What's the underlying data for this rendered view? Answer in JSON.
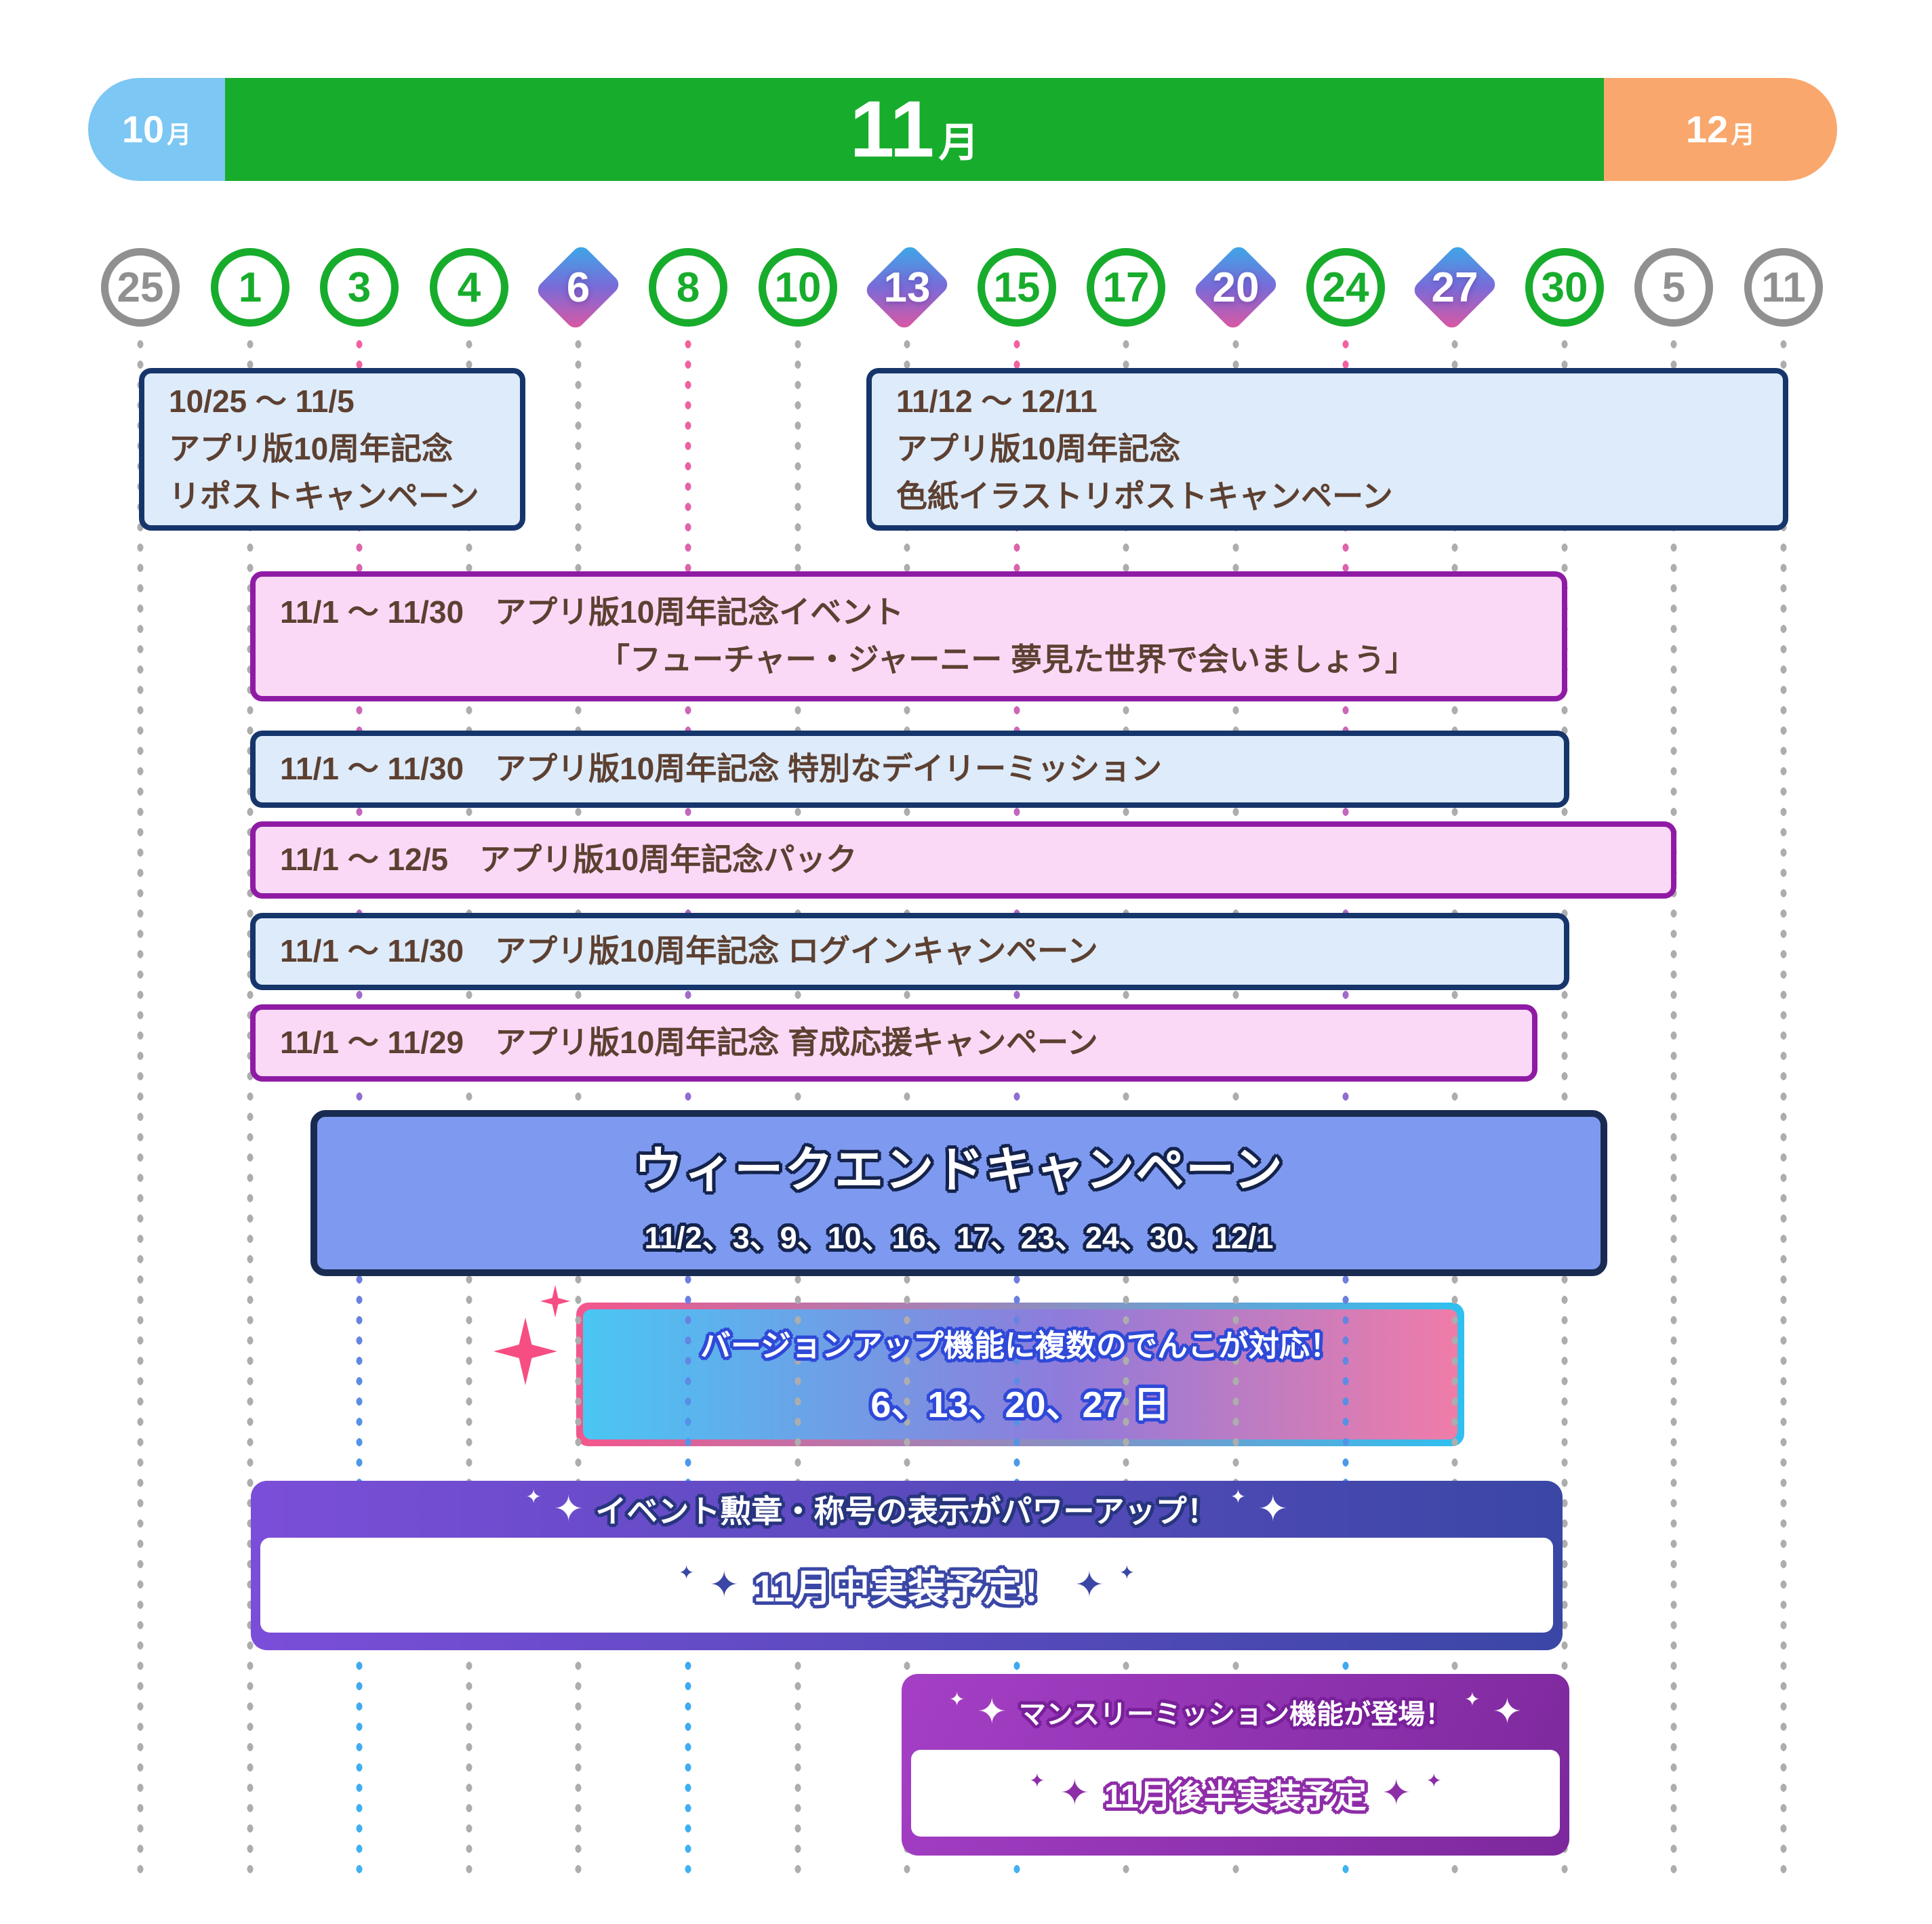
{
  "header": {
    "oct": {
      "num": "10",
      "unit": "月"
    },
    "nov": {
      "num": "11",
      "unit": "月"
    },
    "dec": {
      "num": "12",
      "unit": "月"
    }
  },
  "dates": [
    {
      "label": "25",
      "type": "gray"
    },
    {
      "label": "1",
      "type": "green"
    },
    {
      "label": "3",
      "type": "green"
    },
    {
      "label": "4",
      "type": "green"
    },
    {
      "label": "6",
      "type": "diamond"
    },
    {
      "label": "8",
      "type": "green"
    },
    {
      "label": "10",
      "type": "green"
    },
    {
      "label": "13",
      "type": "diamond"
    },
    {
      "label": "15",
      "type": "green"
    },
    {
      "label": "17",
      "type": "green"
    },
    {
      "label": "20",
      "type": "diamond"
    },
    {
      "label": "24",
      "type": "green"
    },
    {
      "label": "27",
      "type": "diamond"
    },
    {
      "label": "30",
      "type": "green"
    },
    {
      "label": "5",
      "type": "gray"
    },
    {
      "label": "11",
      "type": "gray"
    }
  ],
  "events": {
    "repost_oct": {
      "line1": "10/25 ～ 11/5",
      "line2": "アプリ版10周年記念",
      "line3": "リポストキャンペーン"
    },
    "repost_shikishi": {
      "line1": "11/12 ～ 12/11",
      "line2": "アプリ版10周年記念",
      "line3": "色紙イラストリポストキャンペーン"
    },
    "anniversary_event": {
      "line1": "11/1 ～ 11/30　アプリ版10周年記念イベント",
      "line2": "「フューチャー・ジャーニー 夢見た世界で会いましょう」"
    },
    "daily_mission": {
      "text": "11/1 ～ 11/30　アプリ版10周年記念 特別なデイリーミッション"
    },
    "pack": {
      "text": "11/1 ～ 12/5　アプリ版10周年記念パック"
    },
    "login": {
      "text": "11/1 ～ 11/30　アプリ版10周年記念 ログインキャンペーン"
    },
    "ikusei": {
      "text": "11/1 ～ 11/29　アプリ版10周年記念 育成応援キャンペーン"
    },
    "weekend": {
      "title": "ウィークエンドキャンペーン",
      "dates": "11/2、3、9、10、16、17、23、24、30、12/1"
    },
    "version_up": {
      "line1": "バージョンアップ機能に複数のでんこが対応！",
      "line2": "6、13、20、27 日"
    },
    "medal": {
      "header": "イベント勲章・称号の表示がパワーアップ！",
      "body": "11月中実装予定！"
    },
    "monthly": {
      "header": "マンスリーミッション機能が登場！",
      "body": "11月後半実装予定"
    }
  },
  "icons": {
    "sparkle": "✦"
  },
  "colors": {
    "november_green": "#18AC2C",
    "october_blue": "#7CC7F3",
    "december_orange": "#F9A76C",
    "bar_blue_fill": "#DDEBFA",
    "bar_blue_border": "#16356B",
    "bar_pink_fill": "#F9D9F6",
    "bar_pink_border": "#8F1BA5",
    "weekend_fill": "#7E9AF0",
    "text_brown": "#5D4031",
    "sparkle_pink": "#F64E82",
    "medal_purple": "#3A47A5",
    "monthly_purple": "#8E2DA8"
  },
  "chart_data": {
    "type": "table",
    "title": "11月 イベントスケジュール（10月〜12月）",
    "columns_dates": [
      "10/25",
      "11/1",
      "11/3",
      "11/4",
      "11/6",
      "11/8",
      "11/10",
      "11/13",
      "11/15",
      "11/17",
      "11/20",
      "11/24",
      "11/27",
      "11/30",
      "12/5",
      "12/11"
    ],
    "rows": [
      {
        "name": "アプリ版10周年記念 リポストキャンペーン",
        "start": "10/25",
        "end": "11/5"
      },
      {
        "name": "アプリ版10周年記念 色紙イラストリポストキャンペーン",
        "start": "11/12",
        "end": "12/11"
      },
      {
        "name": "アプリ版10周年記念イベント「フューチャー・ジャーニー 夢見た世界で会いましょう」",
        "start": "11/1",
        "end": "11/30"
      },
      {
        "name": "アプリ版10周年記念 特別なデイリーミッション",
        "start": "11/1",
        "end": "11/30"
      },
      {
        "name": "アプリ版10周年記念パック",
        "start": "11/1",
        "end": "12/5"
      },
      {
        "name": "アプリ版10周年記念 ログインキャンペーン",
        "start": "11/1",
        "end": "11/30"
      },
      {
        "name": "アプリ版10周年記念 育成応援キャンペーン",
        "start": "11/1",
        "end": "11/29"
      },
      {
        "name": "ウィークエンドキャンペーン",
        "days": [
          "11/2",
          "11/3",
          "11/9",
          "11/10",
          "11/16",
          "11/17",
          "11/23",
          "11/24",
          "11/30",
          "12/1"
        ]
      },
      {
        "name": "バージョンアップ機能に複数のでんこが対応",
        "days": [
          "11/6",
          "11/13",
          "11/20",
          "11/27"
        ]
      },
      {
        "name": "イベント勲章・称号の表示がパワーアップ",
        "note": "11月中実装予定"
      },
      {
        "name": "マンスリーミッション機能が登場",
        "note": "11月後半実装予定"
      }
    ]
  }
}
